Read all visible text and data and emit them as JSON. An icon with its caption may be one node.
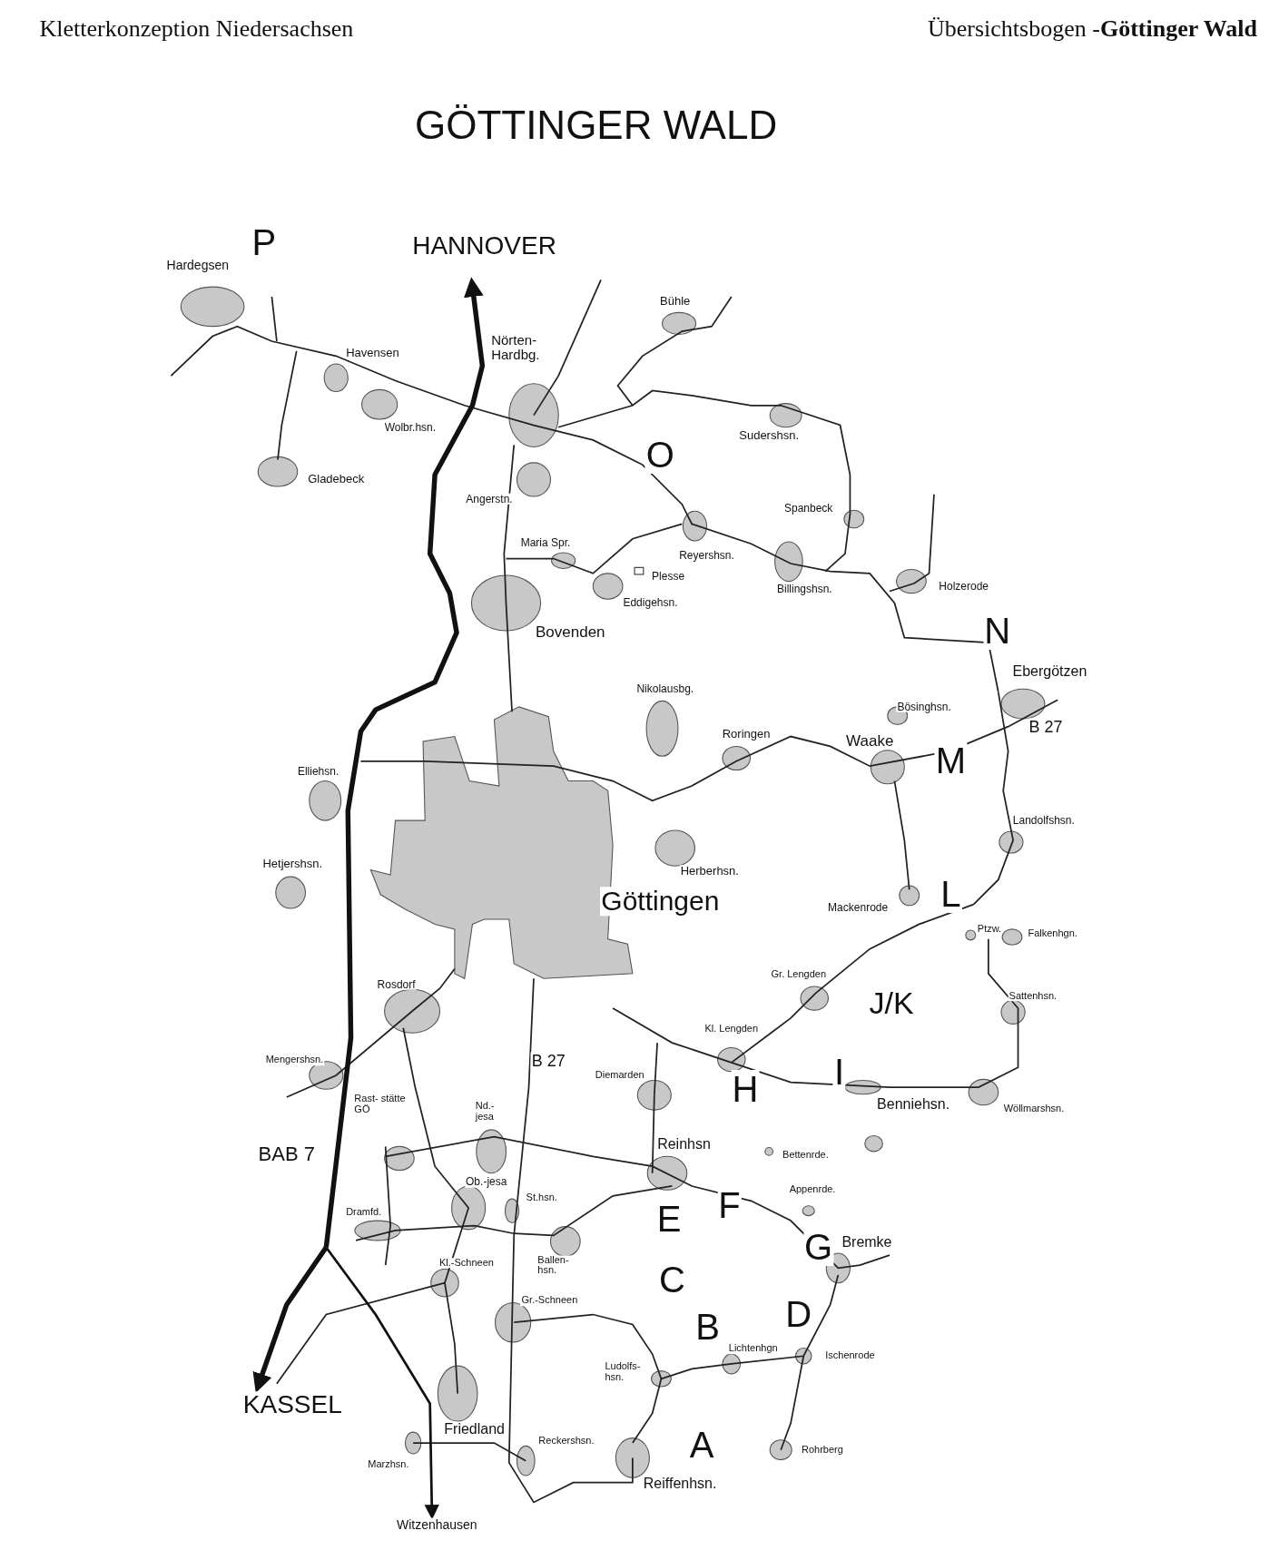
{
  "diagram": {
    "title": "GÖTTINGER WALD",
    "labels": [
      "Kletterkonzeption Niedersachsen",
      "Übersichtsbogen -**Göttinger Wald**",
      "P",
      "HANNOVER",
      "Hardegsen",
      "Nörten- Hardbg.",
      "Bühle",
      "Havensen",
      "Wolbr.hsn.",
      "Sudershsn.",
      "O",
      "Gladebeck",
      "Angerstn.",
      "Spanbeck",
      "Maria Spr.",
      "Reyershsn.",
      "Plesse",
      "Billingshsn.",
      "Holzerode",
      "Eddigehsn.",
      "Bovenden",
      "N",
      "Ebergötzen",
      "Nikolausbg.",
      "Bösinghsn.",
      "B 27",
      "Roringen",
      "Waake",
      "M",
      "Elliehsn.",
      "Landolfshsn.",
      "Herberhsn.",
      "Hetjershsn.",
      "Göttingen",
      "Mackenrode",
      "L",
      "Ptzw.",
      "Falkenhgn.",
      "Gr. Lengden",
      "J/K",
      "Sattenhsn.",
      "Rosdorf",
      "Kl. Lengden",
      "Mengershsn.",
      "B 27",
      "Diemarden",
      "H",
      "I",
      "Benniehsn.",
      "Wöllmarshsn.",
      "Rast- stätte GÖ",
      "Nd.- jesa",
      "BAB 7",
      "Reinhsn",
      "Bettenrde.",
      "Ob.-jesa",
      "St.hsn.",
      "Appenrde.",
      "E",
      "F",
      "Dramfd.",
      "G",
      "Bremke",
      "Ballen- hsn.",
      "Kl.-Schneen",
      "C",
      "Gr.-Schneen",
      "D",
      "B",
      "Lichtenhgn",
      "Ischenrode",
      "Ludolfs- hsn.",
      "KASSEL",
      "Friedland",
      "A",
      "Reckershsn.",
      "Rohrberg",
      "Marzhsn.",
      "Reiffenhsn.",
      "Witzenhausen"
    ]
  }
}
